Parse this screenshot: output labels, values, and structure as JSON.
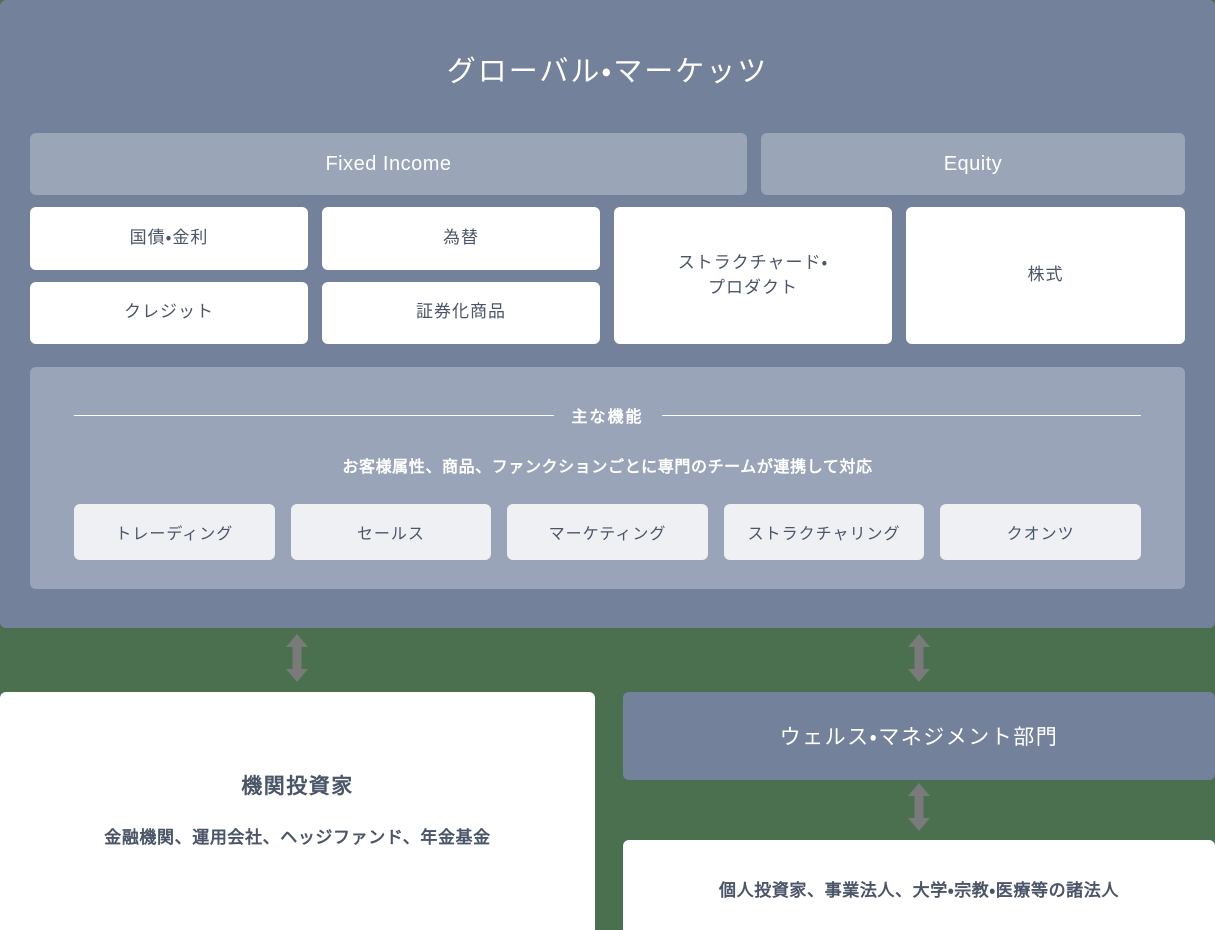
{
  "theme": {
    "panel_blue": "#74819a",
    "panel_light_blue": "#99a4b8",
    "green_background": "#4a7050",
    "card_white": "#ffffff",
    "chip_grey": "#eef0f4",
    "text_dark": "#4b5568",
    "text_light": "#ffffff",
    "arrow_grey": "#7a7a7a"
  },
  "global_markets": {
    "title": "グローバル・マーケッツ",
    "asset_classes": [
      {
        "label": "Fixed Income"
      },
      {
        "label": "Equity"
      }
    ],
    "products": {
      "fixed_income_col1": [
        "国債・金利",
        "クレジット"
      ],
      "fixed_income_col2": [
        "為替",
        "証券化商品"
      ],
      "fixed_income_col3": "ストラクチャード・\nプロダクト",
      "equity_col": "株式"
    },
    "functions": {
      "heading": "主な機能",
      "subtitle": "お客様属性、商品、ファンクションごとに専門のチームが連携して対応",
      "chips": [
        "トレーディング",
        "セールス",
        "マーケティング",
        "ストラクチャリング",
        "クオンツ"
      ]
    }
  },
  "clients": {
    "institutional": {
      "title": "機関投資家",
      "description": "金融機関、運用会社、ヘッジファンド、年金基金"
    },
    "wealth_management": {
      "title": "ウェルス・マネジメント部門"
    },
    "retail": {
      "description": "個人投資家、事業法人、大学・宗教・医療等の諸法人"
    }
  },
  "connectors": [
    {
      "name": "institutional-link",
      "icon": "double-arrow-vertical-icon"
    },
    {
      "name": "wealth-management-link-top",
      "icon": "double-arrow-vertical-icon"
    },
    {
      "name": "wealth-management-link-bottom",
      "icon": "double-arrow-vertical-icon"
    }
  ]
}
